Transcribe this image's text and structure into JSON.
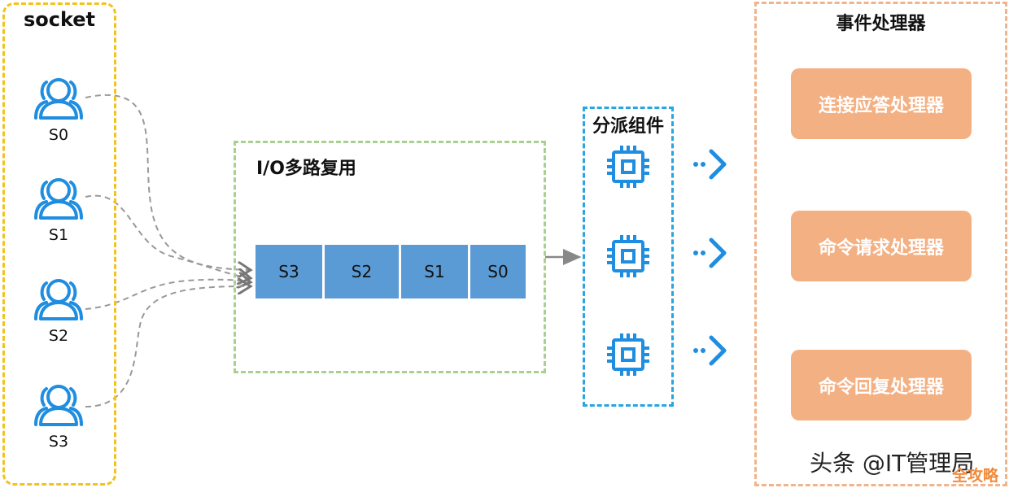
{
  "socket": {
    "title": "socket",
    "users": [
      {
        "label": "S0"
      },
      {
        "label": "S1"
      },
      {
        "label": "S2"
      },
      {
        "label": "S3"
      }
    ]
  },
  "io": {
    "title": "I/O多路复用",
    "queue": [
      "S3",
      "S2",
      "S1",
      "S0"
    ]
  },
  "dispatcher": {
    "title": "分派组件"
  },
  "handlers": {
    "title": "事件处理器",
    "items": [
      "连接应答处理器",
      "命令请求处理器",
      "命令回复处理器"
    ]
  },
  "watermark": {
    "text": "头条 @IT管理局",
    "badge": "全攻略"
  },
  "colors": {
    "socket_border": "#f3c21d",
    "io_border": "#a9d08e",
    "dispatch_border": "#29a5df",
    "handler_border": "#f0b38a",
    "handler_fill": "#f3b083",
    "queue_fill": "#5b9bd5",
    "icon_blue": "#1f8ee0"
  }
}
